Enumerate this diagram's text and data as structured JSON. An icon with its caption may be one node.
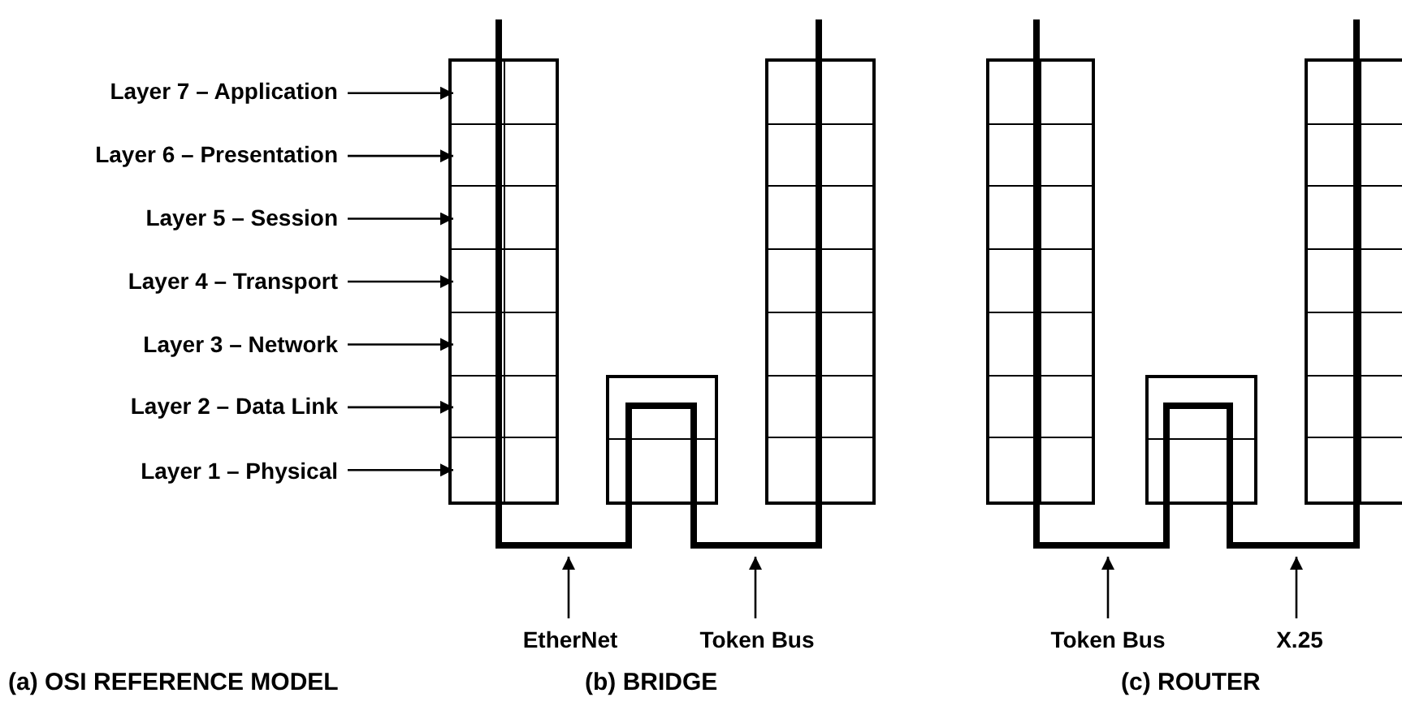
{
  "diagram": {
    "nodes": [
      {
        "text": [
          "Layer 7 – Application"
        ]
      },
      {
        "text": [
          "Layer 6 – Presentation"
        ]
      },
      {
        "text": [
          "Layer 5 – Session"
        ]
      },
      {
        "text": [
          "Layer 4 – Transport"
        ]
      },
      {
        "text": [
          "Layer 3 – Network"
        ]
      },
      {
        "text": [
          "Layer 2 – Data Link"
        ]
      },
      {
        "text": [
          "Layer 1 – Physical"
        ]
      },
      {
        "text": [],
        "shape": "box"
      },
      {
        "text": [],
        "shape": "box",
        "in": 7
      },
      {
        "text": [],
        "shape": "box",
        "in": 7
      },
      {
        "text": [],
        "shape": "box",
        "in": 7
      },
      {
        "text": [],
        "shape": "box",
        "in": 7
      },
      {
        "text": [],
        "shape": "box",
        "in": 7
      },
      {
        "text": [],
        "shape": "box",
        "in": 7
      },
      {
        "text": [],
        "shape": "box",
        "in": 7
      },
      {
        "text": [],
        "shape": "box"
      },
      {
        "text": [],
        "shape": "box"
      },
      {
        "text": [],
        "shape": "box"
      },
      {
        "text": [],
        "shape": "box"
      },
      {
        "text": [],
        "shape": "box"
      },
      {
        "text": [
          "EtherNet"
        ]
      },
      {
        "text": [
          "Token Bus"
        ]
      },
      {
        "text": [
          "Token Bus"
        ]
      },
      {
        "text": [
          "X.25"
        ]
      }
    ],
    "edges": [
      {
        "from": 0,
        "to": 8,
        "arrow": "to"
      },
      {
        "from": 1,
        "to": 9,
        "arrow": "to"
      },
      {
        "from": 2,
        "to": 10,
        "arrow": "to"
      },
      {
        "from": 3,
        "to": 11,
        "arrow": "to"
      },
      {
        "from": 4,
        "to": 12,
        "arrow": "to"
      },
      {
        "from": 5,
        "to": 13,
        "arrow": "to"
      },
      {
        "from": 6,
        "to": 14,
        "arrow": "to"
      },
      {
        "from": 20,
        "to": null,
        "arrow": "to"
      },
      {
        "from": 21,
        "to": null,
        "arrow": "to"
      },
      {
        "from": 22,
        "to": null,
        "arrow": "to"
      },
      {
        "from": 23,
        "to": null,
        "arrow": "to"
      }
    ],
    "labels": [
      "(a) OSI REFERENCE MODEL",
      "(b) BRIDGE",
      "(c) ROUTER"
    ]
  }
}
